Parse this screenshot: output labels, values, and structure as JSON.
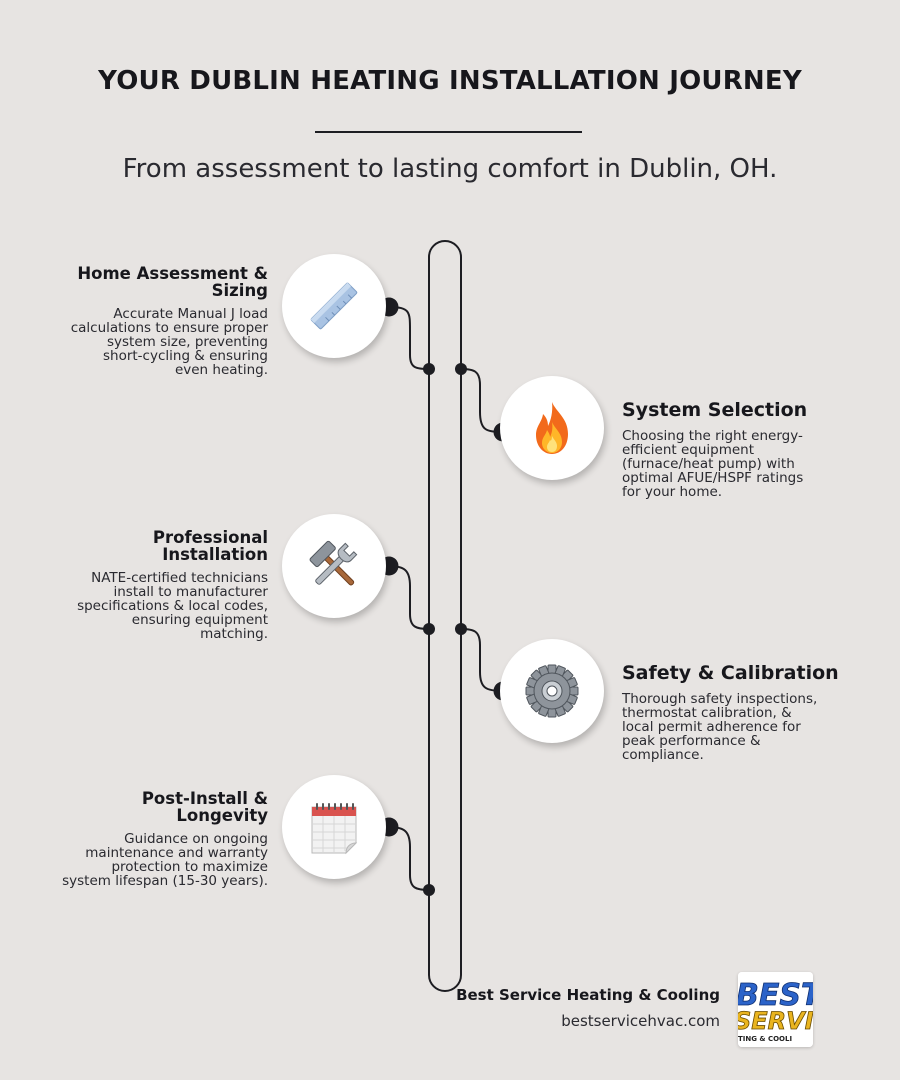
{
  "header": {
    "title": "YOUR DUBLIN HEATING INSTALLATION JOURNEY",
    "subtitle": "From assessment to lasting comfort in Dublin, OH."
  },
  "steps": [
    {
      "title_line1": "Home Assessment &",
      "title_line2": "Sizing",
      "desc": [
        "Accurate Manual J load",
        "calculations to ensure proper",
        "system size, preventing",
        "short-cycling & ensuring",
        "even heating."
      ],
      "icon": "ruler-icon",
      "side": "left"
    },
    {
      "title_line1": "System Selection",
      "title_line2": "",
      "desc": [
        "Choosing the right energy-",
        "efficient equipment",
        "(furnace/heat pump) with",
        "optimal AFUE/HSPF ratings",
        "for your home."
      ],
      "icon": "fire-icon",
      "side": "right"
    },
    {
      "title_line1": "Professional",
      "title_line2": "Installation",
      "desc": [
        "NATE-certified technicians",
        "install to manufacturer",
        "specifications & local codes,",
        "ensuring equipment",
        "matching."
      ],
      "icon": "tools-icon",
      "side": "left"
    },
    {
      "title_line1": "Safety & Calibration",
      "title_line2": "",
      "desc": [
        "Thorough safety inspections,",
        "thermostat calibration, &",
        "local permit adherence for",
        "peak performance &",
        "compliance."
      ],
      "icon": "gear-icon",
      "side": "right"
    },
    {
      "title_line1": "Post-Install &",
      "title_line2": "Longevity",
      "desc": [
        "Guidance on ongoing",
        "maintenance and warranty",
        "protection to maximize",
        "system lifespan (15-30 years)."
      ],
      "icon": "calendar-icon",
      "side": "left"
    }
  ],
  "footer": {
    "company": "Best Service Heating & Cooling",
    "url": "bestservicehvac.com",
    "logo_line1": "BEST",
    "logo_line2": "SERVIC",
    "logo_line3": "TING & COOLI"
  },
  "colors": {
    "background": "#e7e4e2",
    "line": "#1d1d22",
    "logo_blue": "#2b63c9",
    "logo_gold": "#e9b41f"
  }
}
